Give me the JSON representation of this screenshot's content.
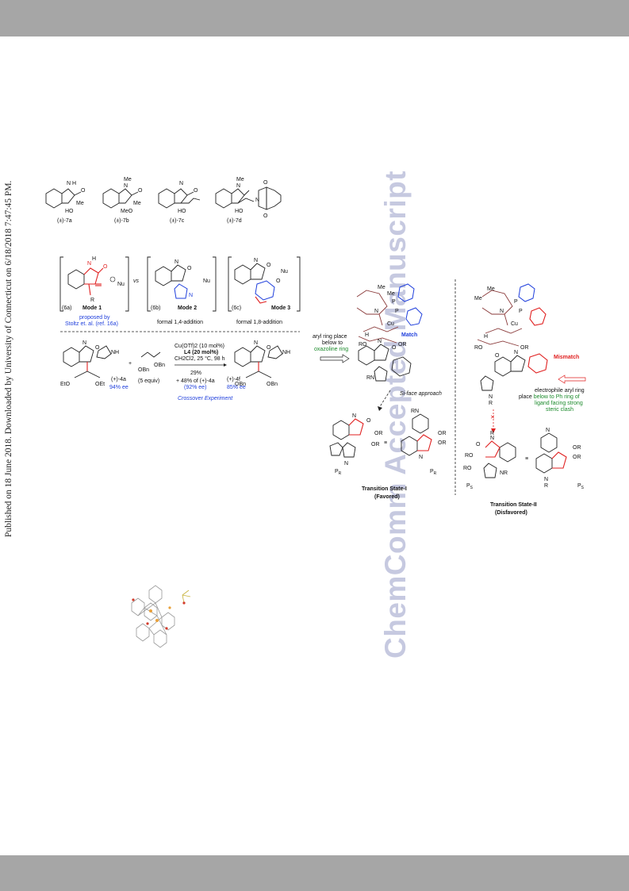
{
  "header_band": {
    "color": "#a6a6a6"
  },
  "footer_band": {
    "color": "#a6a6a6"
  },
  "sidebar": {
    "publication_note": "Published on 18 June 2018. Downloaded by University of Connecticut on 6/18/2018 7:47:45 PM."
  },
  "watermark": {
    "text": "ChemComm Accepted Manuscript",
    "color": "#c6c9e0"
  },
  "compounds_7": {
    "items": [
      {
        "label": "(±)-7a",
        "sub_ho": "HO",
        "sub_me": "Me",
        "nh": "N\nH"
      },
      {
        "label": "(±)-7b",
        "sub_ho": "MeO",
        "sub_me": "Me",
        "n_me": "Me"
      },
      {
        "label": "(±)-7c",
        "sub_ho": "HO"
      },
      {
        "label": "(±)-7d",
        "sub_ho": "HO",
        "n_me": "Me"
      }
    ]
  },
  "modes_scheme": {
    "mode1": {
      "code": "(6a)",
      "name": "Mode 1",
      "note_line1": "proposed by",
      "note_line2": "Stoltz et. al. (ref. 16a)",
      "nu": "Nu",
      "sub": "R"
    },
    "vs": "vs",
    "mode2": {
      "code": "(6b)",
      "name": "Mode 2",
      "desc": "formal 1,4-addition",
      "nu": "Nu"
    },
    "mode3": {
      "code": "(6c)",
      "name": "Mode 3",
      "desc": "formal 1,8-addition",
      "nu": "Nu"
    }
  },
  "crossover": {
    "reactant_label": "(+)-4a",
    "reactant_ee": "94% ee",
    "reactant_esters": [
      "EtO",
      "OEt"
    ],
    "plus": "+",
    "reagent_equiv": "(5 equiv)",
    "reagent_groups": [
      "OBn",
      "OBn"
    ],
    "conditions": [
      "Cu(OTf)2 (10 mol%)",
      "L4 (20 mol%)",
      "CH2Cl2, 25 °C, 98 h"
    ],
    "yield": "29%",
    "side_line1": "+ 48% of (+)-4a",
    "side_line2": "(92% ee)",
    "product_label": "(+)-4f",
    "product_ee": "85% ee",
    "product_esters": [
      "OBn",
      "OBn"
    ],
    "title": "Crossover Experiment"
  },
  "transition_states": {
    "ts1": {
      "match": "Match",
      "note_line1": "aryl ring place",
      "note_line2": "below to",
      "note_line3": "oxazoline ring",
      "approach": "Si-face approach",
      "p_left": "PR",
      "p_right": "PR",
      "title": "Transition State-I",
      "subtitle": "(Favored)",
      "groups": [
        "OR",
        "OR",
        "RO",
        "OR",
        "OR",
        "RN"
      ]
    },
    "ts2": {
      "mismatch": "Mismatch",
      "note_line1": "electrophile aryl ring",
      "note_line2": "place below to Ph ring of",
      "note_line3": "ligand facing strong",
      "note_line4": "steric clash",
      "p_left": "PS",
      "p_right": "PS",
      "title": "Transition State-II",
      "subtitle": "(Disfavored)",
      "groups": [
        "RO",
        "RO",
        "OR",
        "OR",
        "NR"
      ],
      "cross": "✕"
    },
    "ligand_atoms": {
      "me1": "Me",
      "me2": "Me",
      "n": "N",
      "p": "P",
      "cu": "Cu",
      "h": "H",
      "ro": "RO",
      "or": "OR"
    }
  },
  "colors": {
    "red": "#e02020",
    "blue": "#1f3fdc",
    "green": "#1b8a2b",
    "ligand": "#8a3a3a"
  }
}
